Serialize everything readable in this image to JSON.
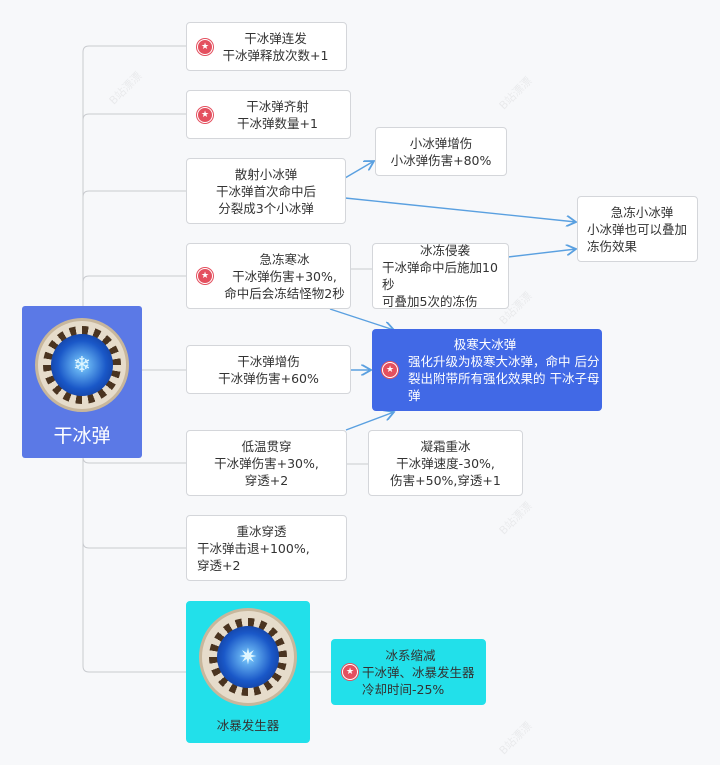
{
  "root": {
    "title": "干冰弹",
    "icon": "ice-bullet-icon"
  },
  "branches": [
    {
      "title": "干冰弹连发",
      "desc": "干冰弹释放次数+1",
      "starred": true
    },
    {
      "title": "干冰弹齐射",
      "desc": "干冰弹数量+1",
      "starred": true
    },
    {
      "title": "散射小冰弹",
      "desc": "干冰弹首次命中后\n分裂成3个小冰弹",
      "starred": false
    },
    {
      "title": "急冻寒冰",
      "desc": "干冰弹伤害+30%,\n命中后会冻结怪物2秒",
      "starred": true
    },
    {
      "title": "干冰弹增伤",
      "desc": "干冰弹伤害+60%",
      "starred": false
    },
    {
      "title": "低温贯穿",
      "desc": "干冰弹伤害+30%,\n穿透+2",
      "starred": false
    },
    {
      "title": "重冰穿透",
      "desc": "干冰弹击退+100%,\n穿透+2",
      "starred": false
    }
  ],
  "children": {
    "small_dmg": {
      "title": "小冰弹增伤",
      "desc": "小冰弹伤害+80%"
    },
    "freeze_invade": {
      "title": "冰冻侵袭",
      "desc": "干冰弹命中后施加10秒\n可叠加5次的冻伤"
    },
    "frost_heavy": {
      "title": "凝霜重冰",
      "desc": "干冰弹速度-30%,\n伤害+50%,穿透+1"
    },
    "quick_freeze_small": {
      "title": "急冻小冰弹",
      "desc": "小冰弹也可以叠加\n冻伤效果"
    },
    "ultimate": {
      "title": "极寒大冰弹",
      "desc": "强化升级为极寒大冰弹，命中\n后分裂出附带所有强化效果的\n干冰子母弹"
    }
  },
  "generator": {
    "title": "冰暴发生器",
    "icon": "ice-storm-icon"
  },
  "generator_child": {
    "title": "冰系缩减",
    "desc": "干冰弹、冰暴发生器\n冷却时间-25%"
  },
  "watermark": "B站漂漂",
  "colors": {
    "root": "#5b79e6",
    "ultimate": "#4169e6",
    "cyan": "#22e0ea",
    "arrow": "#5aa0e0",
    "star": "#e4505f"
  }
}
